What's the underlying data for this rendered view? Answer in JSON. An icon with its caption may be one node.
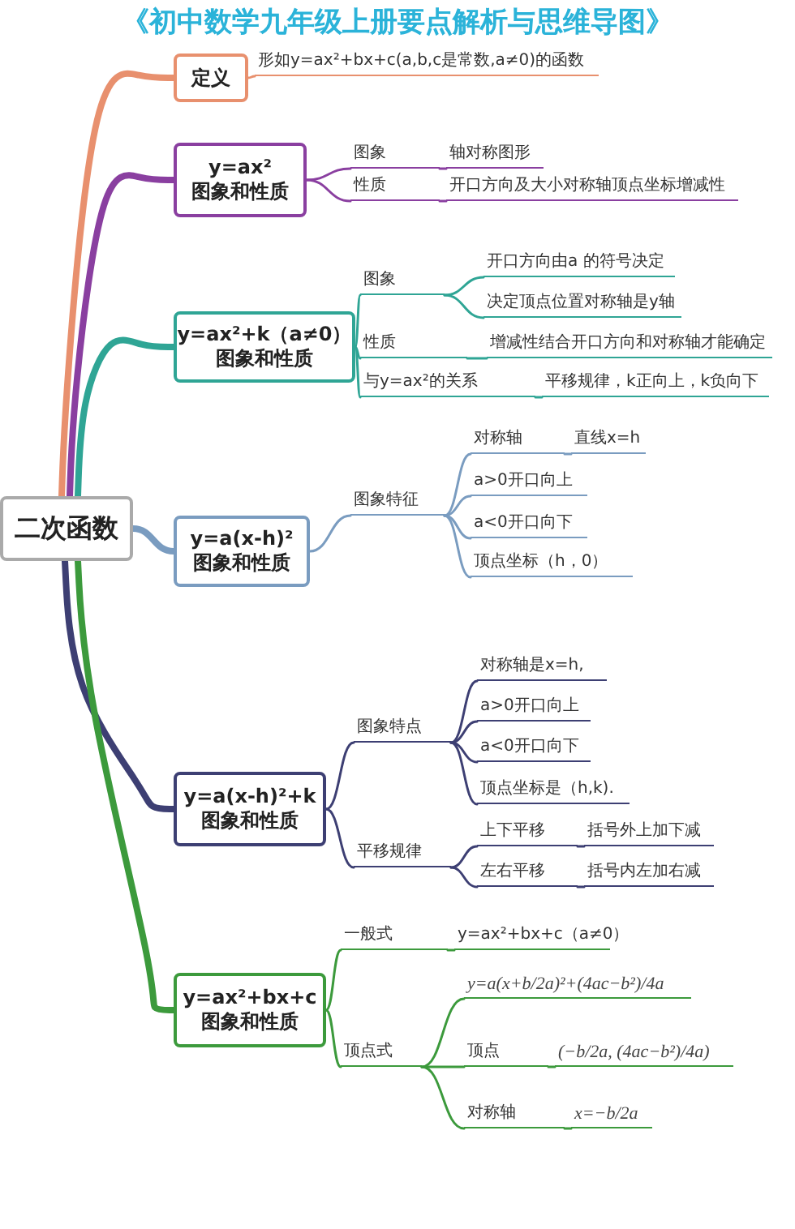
{
  "diagram": {
    "title": "《初中数学九年级上册要点解析与思维导图》",
    "nodes": [
      {
        "text": [
          "二次函数"
        ]
      },
      {
        "text": [
          "定义"
        ]
      },
      {
        "text": [
          "形如y=ax²+bx+c(a,b,c是常数,a≠0)的函数"
        ]
      },
      {
        "text": [
          "y=ax²",
          "图象和性质"
        ]
      },
      {
        "text": [
          "图象"
        ]
      },
      {
        "text": [
          "轴对称图形"
        ]
      },
      {
        "text": [
          "性质"
        ]
      },
      {
        "text": [
          "开口方向及大小对称轴顶点坐标增减性"
        ]
      },
      {
        "text": [
          "y=ax²+k（a≠0）",
          "图象和性质"
        ]
      },
      {
        "text": [
          "图象"
        ]
      },
      {
        "text": [
          "开口方向由a 的符号决定"
        ]
      },
      {
        "text": [
          "决定顶点位置对称轴是y轴"
        ]
      },
      {
        "text": [
          "性质"
        ]
      },
      {
        "text": [
          "增减性结合开口方向和对称轴才能确定"
        ]
      },
      {
        "text": [
          "与y=ax²的关系"
        ]
      },
      {
        "text": [
          "平移规律，k正向上，k负向下"
        ]
      },
      {
        "text": [
          "y=a(x-h)²",
          "图象和性质"
        ]
      },
      {
        "text": [
          "图象特征"
        ]
      },
      {
        "text": [
          "对称轴"
        ]
      },
      {
        "text": [
          "直线x=h"
        ]
      },
      {
        "text": [
          "a>0开口向上"
        ]
      },
      {
        "text": [
          "a<0开口向下"
        ]
      },
      {
        "text": [
          "顶点坐标（h，0）"
        ]
      },
      {
        "text": [
          "y=a(x-h)²+k",
          "图象和性质"
        ]
      },
      {
        "text": [
          "图象特点"
        ]
      },
      {
        "text": [
          "对称轴是x=h,"
        ]
      },
      {
        "text": [
          "a>0开口向上"
        ]
      },
      {
        "text": [
          "a<0开口向下"
        ]
      },
      {
        "text": [
          "顶点坐标是（h,k)."
        ]
      },
      {
        "text": [
          "平移规律"
        ]
      },
      {
        "text": [
          "上下平移"
        ]
      },
      {
        "text": [
          "括号外上加下减"
        ]
      },
      {
        "text": [
          "左右平移"
        ]
      },
      {
        "text": [
          "括号内左加右减"
        ]
      },
      {
        "text": [
          "y=ax²+bx+c",
          "图象和性质"
        ]
      },
      {
        "text": [
          "一般式"
        ]
      },
      {
        "text": [
          "y=ax²+bx+c（a≠0）"
        ]
      },
      {
        "text": [
          "顶点式"
        ]
      },
      {
        "text": [
          "y=a(x+b/2a)²+(4ac−b²)/4a"
        ]
      },
      {
        "text": [
          "顶点"
        ]
      },
      {
        "text": [
          "(−b/2a, (4ac−b²)/4a)"
        ]
      },
      {
        "text": [
          "对称轴"
        ]
      },
      {
        "text": [
          "x=−b/2a"
        ]
      }
    ],
    "edges": [
      {
        "from": 0,
        "to": 1,
        "arrow": "none",
        "style": "thick",
        "color": "#e8906e"
      },
      {
        "from": 0,
        "to": 3,
        "arrow": "none",
        "style": "thick",
        "color": "#8a3fa0"
      },
      {
        "from": 0,
        "to": 8,
        "arrow": "none",
        "style": "thick",
        "color": "#2fa595"
      },
      {
        "from": 0,
        "to": 16,
        "arrow": "none",
        "style": "thick",
        "color": "#7a9cc0"
      },
      {
        "from": 0,
        "to": 23,
        "arrow": "none",
        "style": "thick",
        "color": "#3d3f73"
      },
      {
        "from": 0,
        "to": 34,
        "arrow": "none",
        "style": "thick",
        "color": "#3c9a3c"
      },
      {
        "from": 1,
        "to": 2,
        "arrow": "none",
        "color": "#e8906e"
      },
      {
        "from": 3,
        "to": 4,
        "arrow": "none",
        "color": "#8a3fa0"
      },
      {
        "from": 4,
        "to": 5,
        "arrow": "none",
        "color": "#8a3fa0"
      },
      {
        "from": 3,
        "to": 6,
        "arrow": "none",
        "color": "#8a3fa0"
      },
      {
        "from": 6,
        "to": 7,
        "arrow": "none",
        "color": "#8a3fa0"
      },
      {
        "from": 8,
        "to": 9,
        "arrow": "none",
        "color": "#2fa595"
      },
      {
        "from": 9,
        "to": 10,
        "arrow": "none",
        "color": "#2fa595"
      },
      {
        "from": 9,
        "to": 11,
        "arrow": "none",
        "color": "#2fa595"
      },
      {
        "from": 8,
        "to": 12,
        "arrow": "none",
        "color": "#2fa595"
      },
      {
        "from": 12,
        "to": 13,
        "arrow": "none",
        "color": "#2fa595"
      },
      {
        "from": 8,
        "to": 14,
        "arrow": "none",
        "color": "#2fa595"
      },
      {
        "from": 14,
        "to": 15,
        "arrow": "none",
        "color": "#2fa595"
      },
      {
        "from": 16,
        "to": 17,
        "arrow": "none",
        "color": "#7a9cc0"
      },
      {
        "from": 17,
        "to": 18,
        "arrow": "none",
        "color": "#7a9cc0"
      },
      {
        "from": 18,
        "to": 19,
        "arrow": "none",
        "color": "#7a9cc0"
      },
      {
        "from": 17,
        "to": 20,
        "arrow": "none",
        "color": "#7a9cc0"
      },
      {
        "from": 17,
        "to": 21,
        "arrow": "none",
        "color": "#7a9cc0"
      },
      {
        "from": 17,
        "to": 22,
        "arrow": "none",
        "color": "#7a9cc0"
      },
      {
        "from": 23,
        "to": 24,
        "arrow": "none",
        "color": "#3d3f73"
      },
      {
        "from": 24,
        "to": 25,
        "arrow": "none",
        "color": "#3d3f73"
      },
      {
        "from": 24,
        "to": 26,
        "arrow": "none",
        "color": "#3d3f73"
      },
      {
        "from": 24,
        "to": 27,
        "arrow": "none",
        "color": "#3d3f73"
      },
      {
        "from": 24,
        "to": 28,
        "arrow": "none",
        "color": "#3d3f73"
      },
      {
        "from": 23,
        "to": 29,
        "arrow": "none",
        "color": "#3d3f73"
      },
      {
        "from": 29,
        "to": 30,
        "arrow": "none",
        "color": "#3d3f73"
      },
      {
        "from": 30,
        "to": 31,
        "arrow": "none",
        "color": "#3d3f73"
      },
      {
        "from": 29,
        "to": 32,
        "arrow": "none",
        "color": "#3d3f73"
      },
      {
        "from": 32,
        "to": 33,
        "arrow": "none",
        "color": "#3d3f73"
      },
      {
        "from": 34,
        "to": 35,
        "arrow": "none",
        "color": "#3c9a3c"
      },
      {
        "from": 35,
        "to": 36,
        "arrow": "none",
        "color": "#3c9a3c"
      },
      {
        "from": 34,
        "to": 37,
        "arrow": "none",
        "color": "#3c9a3c"
      },
      {
        "from": 37,
        "to": 38,
        "arrow": "none",
        "color": "#3c9a3c"
      },
      {
        "from": 37,
        "to": 39,
        "arrow": "none",
        "color": "#3c9a3c"
      },
      {
        "from": 39,
        "to": 40,
        "arrow": "none",
        "color": "#3c9a3c"
      },
      {
        "from": 37,
        "to": 41,
        "arrow": "none",
        "color": "#3c9a3c"
      },
      {
        "from": 41,
        "to": 42,
        "arrow": "none",
        "color": "#3c9a3c"
      }
    ]
  }
}
